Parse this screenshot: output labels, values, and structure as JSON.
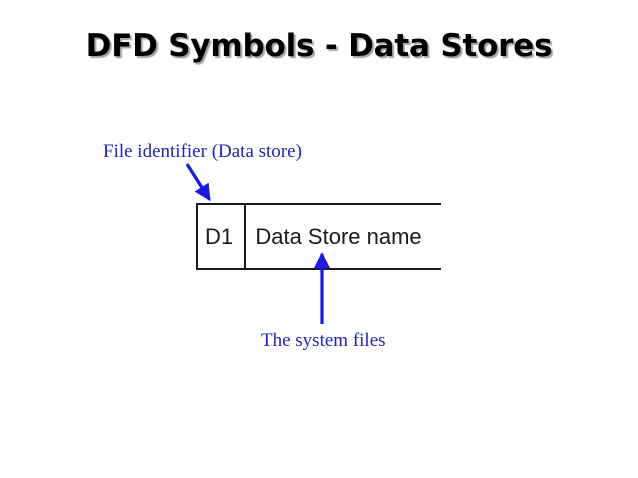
{
  "slide": {
    "title": "DFD Symbols - Data Stores",
    "background_color": "#ffffff"
  },
  "annotations": {
    "top": {
      "text": "File identifier (Data store)",
      "color": "#2222bb",
      "points_to": "datastore-id-cell"
    },
    "bottom": {
      "text": "The system files",
      "color": "#2222bb",
      "points_to": "datastore-name-cell"
    }
  },
  "datastore": {
    "id": "D1",
    "name": "Data Store name",
    "border_color": "#1a1a1a"
  },
  "arrows": {
    "color": "#1a1ae0",
    "top_arrow_name": "file-identifier-arrow",
    "bottom_arrow_name": "system-files-arrow"
  }
}
